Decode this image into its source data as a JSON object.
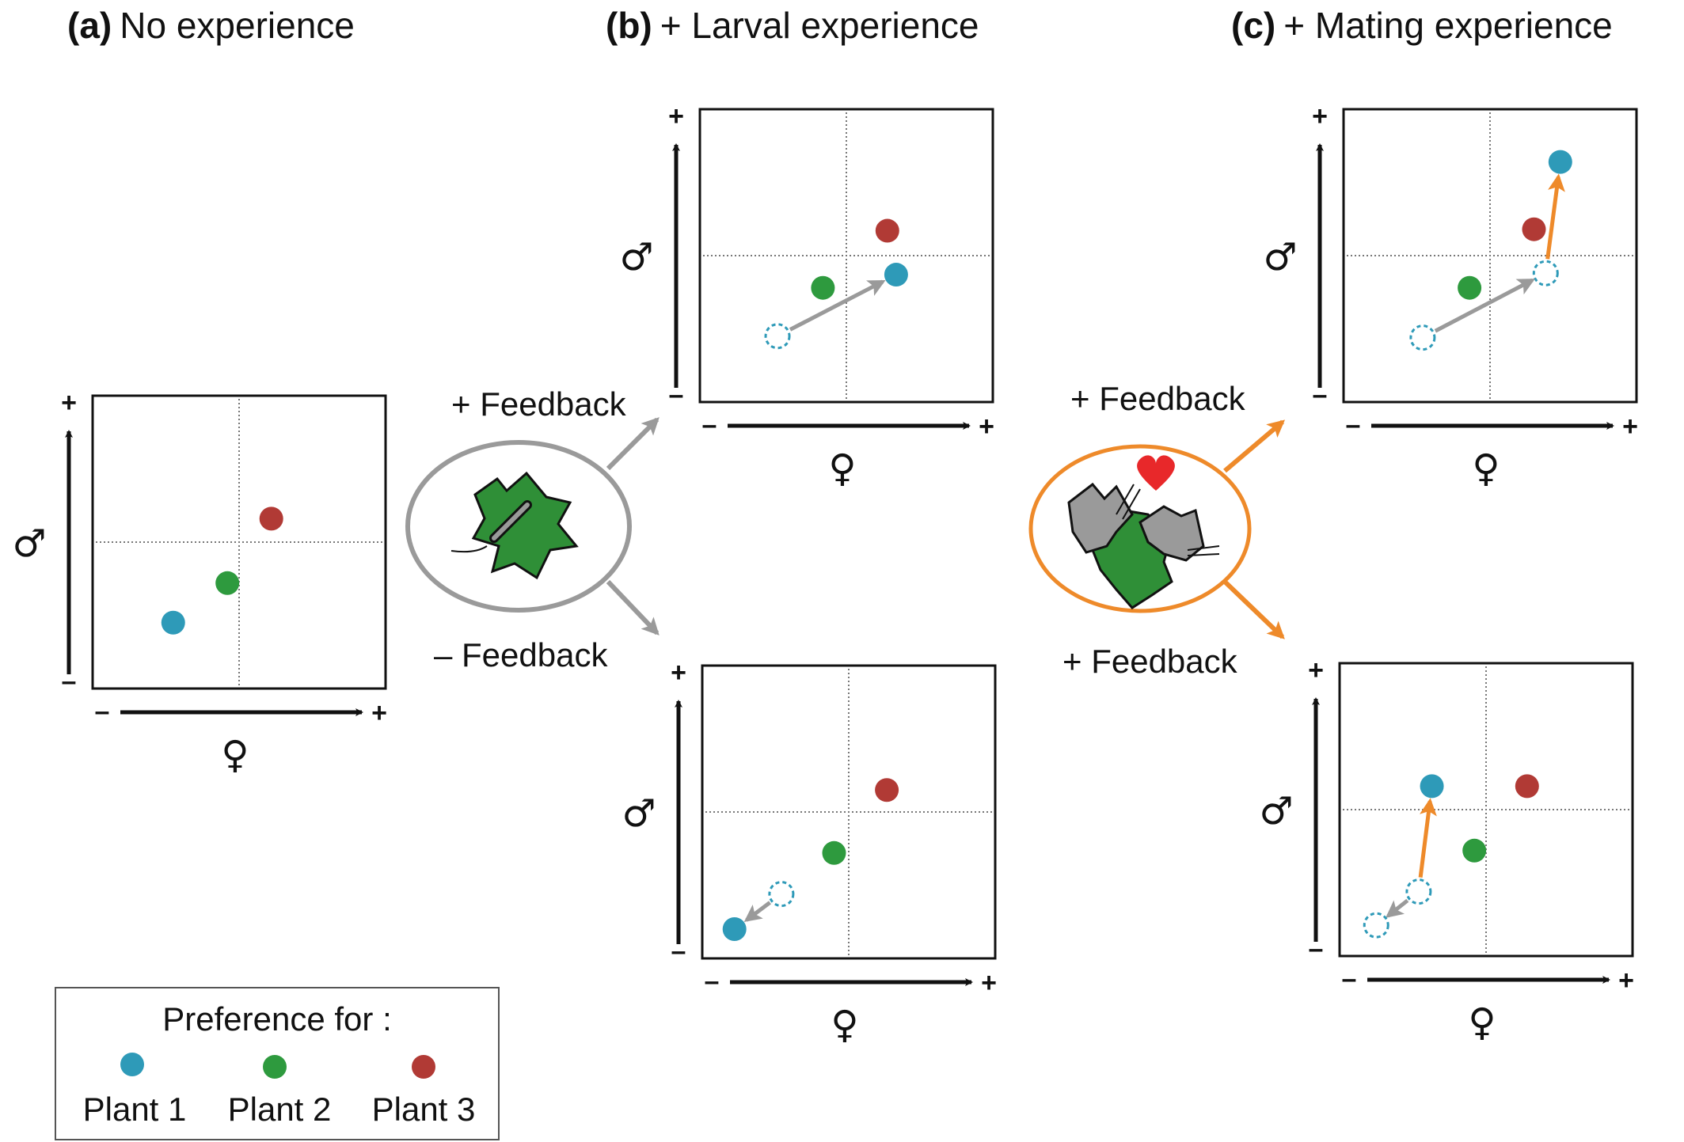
{
  "panels": {
    "a": {
      "label": "(a)",
      "title": "No experience"
    },
    "b": {
      "label": "(b)",
      "title": "+ Larval experience"
    },
    "c": {
      "label": "(c)",
      "title": "+ Mating experience"
    }
  },
  "axes": {
    "plus": "+",
    "minus": "–",
    "male_symbol": "♂",
    "female_symbol": "♀"
  },
  "arrows": {
    "larval_top": "+ Feedback",
    "larval_bottom": "– Feedback",
    "mating_top": "+ Feedback",
    "mating_bottom": "+ Feedback"
  },
  "legend": {
    "title": "Preference for :",
    "items": [
      {
        "label": "Plant 1",
        "color": "#2e9ab8"
      },
      {
        "label": "Plant 2",
        "color": "#2e9a3e"
      },
      {
        "label": "Plant 3",
        "color": "#b13a35"
      }
    ]
  },
  "colors": {
    "plant1": "#2e9ab8",
    "plant2": "#2e9a3e",
    "plant3": "#b13a35",
    "larval_arrow": "#9a9a9a",
    "mating_arrow": "#ee8a2a",
    "heart": "#e8282a",
    "leaf": "#2f8f37"
  },
  "icons": {
    "larval": "leaf-with-caterpillar-icon",
    "mating": "mating-butterflies-on-leaf-icon"
  },
  "plots": [
    {
      "id": "a",
      "points": [
        {
          "plant": 1,
          "x": -0.45,
          "y": -0.55
        },
        {
          "plant": 2,
          "x": -0.08,
          "y": -0.28
        },
        {
          "plant": 3,
          "x": 0.22,
          "y": 0.16
        }
      ],
      "moves": []
    },
    {
      "id": "b-top",
      "points": [
        {
          "plant": 1,
          "x": 0.34,
          "y": -0.13,
          "origin": {
            "x": -0.47,
            "y": -0.55
          },
          "arrow": "larval"
        },
        {
          "plant": 2,
          "x": -0.16,
          "y": -0.22
        },
        {
          "plant": 3,
          "x": 0.28,
          "y": 0.17
        }
      ],
      "moves": []
    },
    {
      "id": "b-bottom",
      "points": [
        {
          "plant": 1,
          "x": -0.78,
          "y": -0.8,
          "origin": {
            "x": -0.46,
            "y": -0.56
          },
          "arrow": "larval"
        },
        {
          "plant": 2,
          "x": -0.1,
          "y": -0.28
        },
        {
          "plant": 3,
          "x": 0.26,
          "y": 0.15
        }
      ],
      "moves": []
    },
    {
      "id": "c-top",
      "points": [
        {
          "plant": 1,
          "x": 0.48,
          "y": 0.64,
          "origin": {
            "x": 0.38,
            "y": -0.12
          },
          "arrow": "mating",
          "origin2": {
            "x": -0.46,
            "y": -0.56
          },
          "arrow2": "larval"
        },
        {
          "plant": 2,
          "x": -0.14,
          "y": -0.22
        },
        {
          "plant": 3,
          "x": 0.3,
          "y": 0.18
        }
      ],
      "moves": []
    },
    {
      "id": "c-bottom",
      "points": [
        {
          "plant": 1,
          "x": -0.37,
          "y": 0.16,
          "origin": {
            "x": -0.46,
            "y": -0.56
          },
          "arrow": "mating",
          "origin2": {
            "x": -0.46,
            "y": -0.56
          },
          "arrow2": "none",
          "origin3": {
            "x": -0.75,
            "y": -0.79
          },
          "arrow3": "larval-rev"
        },
        {
          "plant": 2,
          "x": -0.08,
          "y": -0.28
        },
        {
          "plant": 3,
          "x": 0.28,
          "y": 0.16
        }
      ],
      "moves": []
    }
  ]
}
